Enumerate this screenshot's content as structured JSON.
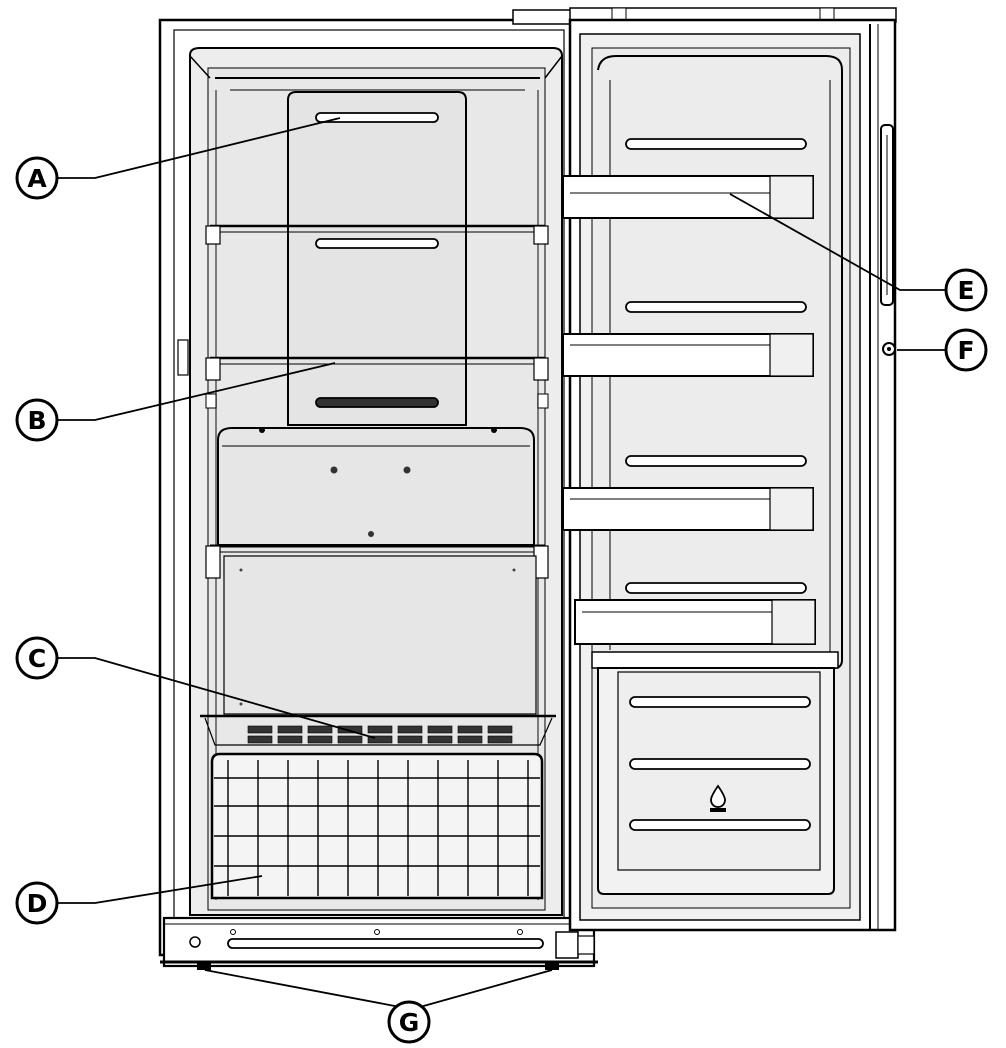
{
  "callouts": [
    {
      "id": "A",
      "label": "A"
    },
    {
      "id": "B",
      "label": "B"
    },
    {
      "id": "C",
      "label": "C"
    },
    {
      "id": "D",
      "label": "D"
    },
    {
      "id": "E",
      "label": "E"
    },
    {
      "id": "F",
      "label": "F"
    },
    {
      "id": "G",
      "label": "G"
    }
  ],
  "colors": {
    "line": "#000000",
    "interior": "#e9e9e9",
    "door_interior": "#eeeeee",
    "background": "#ffffff"
  },
  "icons": [
    "water-drop-icon"
  ]
}
